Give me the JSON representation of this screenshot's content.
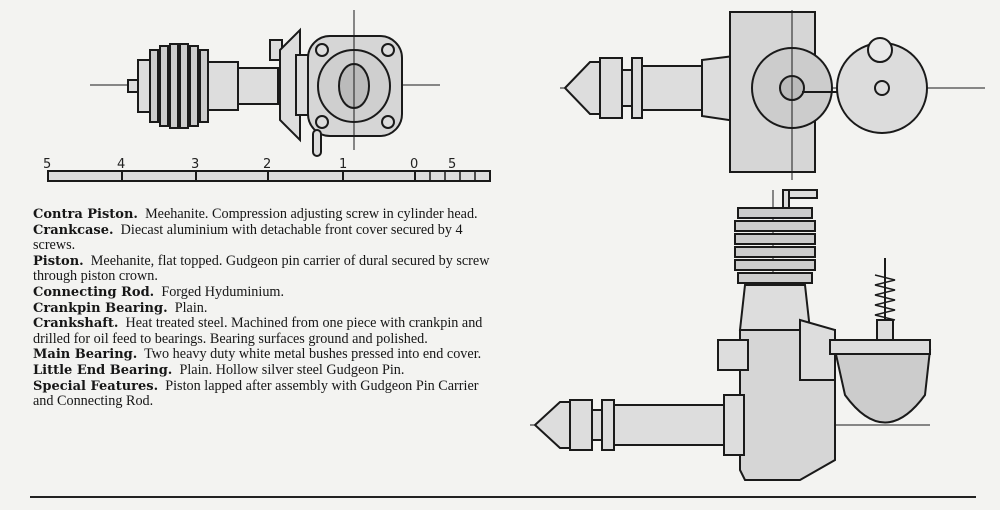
{
  "scale_bar": {
    "labels": [
      "5",
      "4",
      "3",
      "2",
      "1",
      "0",
      "5"
    ]
  },
  "specs": [
    {
      "label": "Contra Piston.",
      "text": "Meehanite.  Compression adjusting screw in cylinder head."
    },
    {
      "label": "Crankcase.",
      "text": "Diecast aluminium with detachable front cover secured by 4 screws."
    },
    {
      "label": "Piston.",
      "text": "Meehanite, flat topped.  Gudgeon pin carrier of dural secured by screw through piston crown."
    },
    {
      "label": "Connecting Rod.",
      "text": "Forged Hyduminium."
    },
    {
      "label": "Crankpin Bearing.",
      "text": "Plain."
    },
    {
      "label": "Crankshaft.",
      "text": "Heat treated steel.  Machined from one piece with crankpin and drilled for oil feed to bearings.  Bearing surfaces ground and polished."
    },
    {
      "label": "Main Bearing.",
      "text": "Two heavy duty white metal bushes pressed into end cover."
    },
    {
      "label": "Little End Bearing.",
      "text": "Plain.  Hollow silver steel Gudgeon Pin."
    },
    {
      "label": "Special Features.",
      "text": "Piston lapped after assembly with Gudgeon Pin Carrier and Connecting Rod."
    }
  ]
}
